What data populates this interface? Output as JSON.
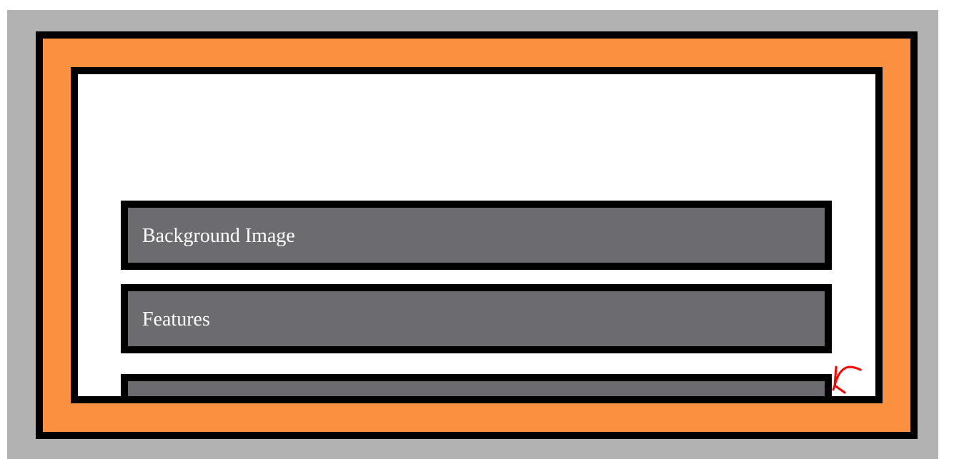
{
  "menu": {
    "items": [
      {
        "label": "Background Image"
      },
      {
        "label": "Features"
      },
      {
        "label": ""
      }
    ]
  },
  "colors": {
    "outer_background": "#b2b2b2",
    "orange_panel": "#fb913f",
    "border": "#000000",
    "content_background": "#ffffff",
    "menu_item_background": "#6c6b70",
    "menu_item_text": "#ffffff",
    "annotation": "#ff0000"
  },
  "icons": {
    "annotation": "red-scribble-annotation"
  }
}
